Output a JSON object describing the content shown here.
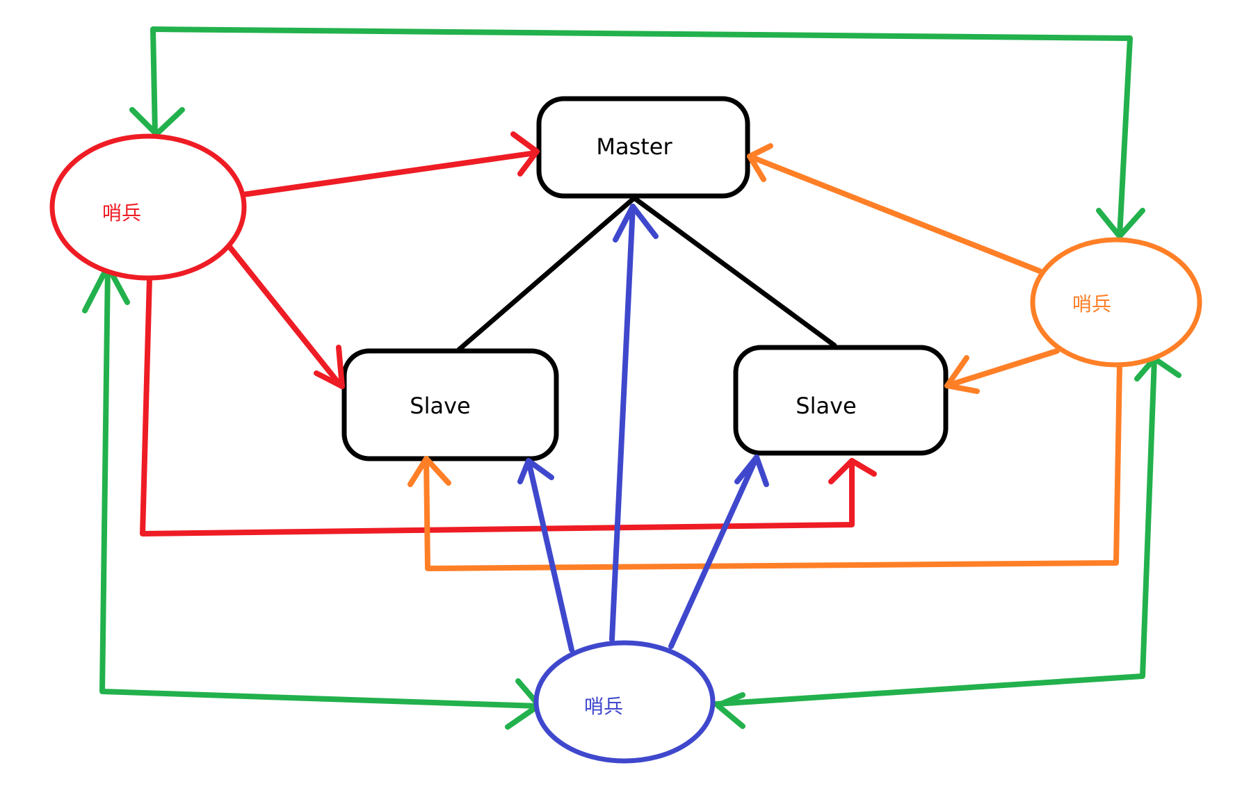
{
  "colors": {
    "red": "#ee1c24",
    "orange": "#ff7f27",
    "blue": "#3f48cc",
    "green": "#22b14c",
    "black": "#000000",
    "background": "#ffffff"
  },
  "nodes": {
    "master": {
      "label": "Master"
    },
    "slave_left": {
      "label": "Slave"
    },
    "slave_right": {
      "label": "Slave"
    },
    "sentinel_red": {
      "label": "哨兵"
    },
    "sentinel_orange": {
      "label": "哨兵"
    },
    "sentinel_blue": {
      "label": "哨兵"
    }
  }
}
